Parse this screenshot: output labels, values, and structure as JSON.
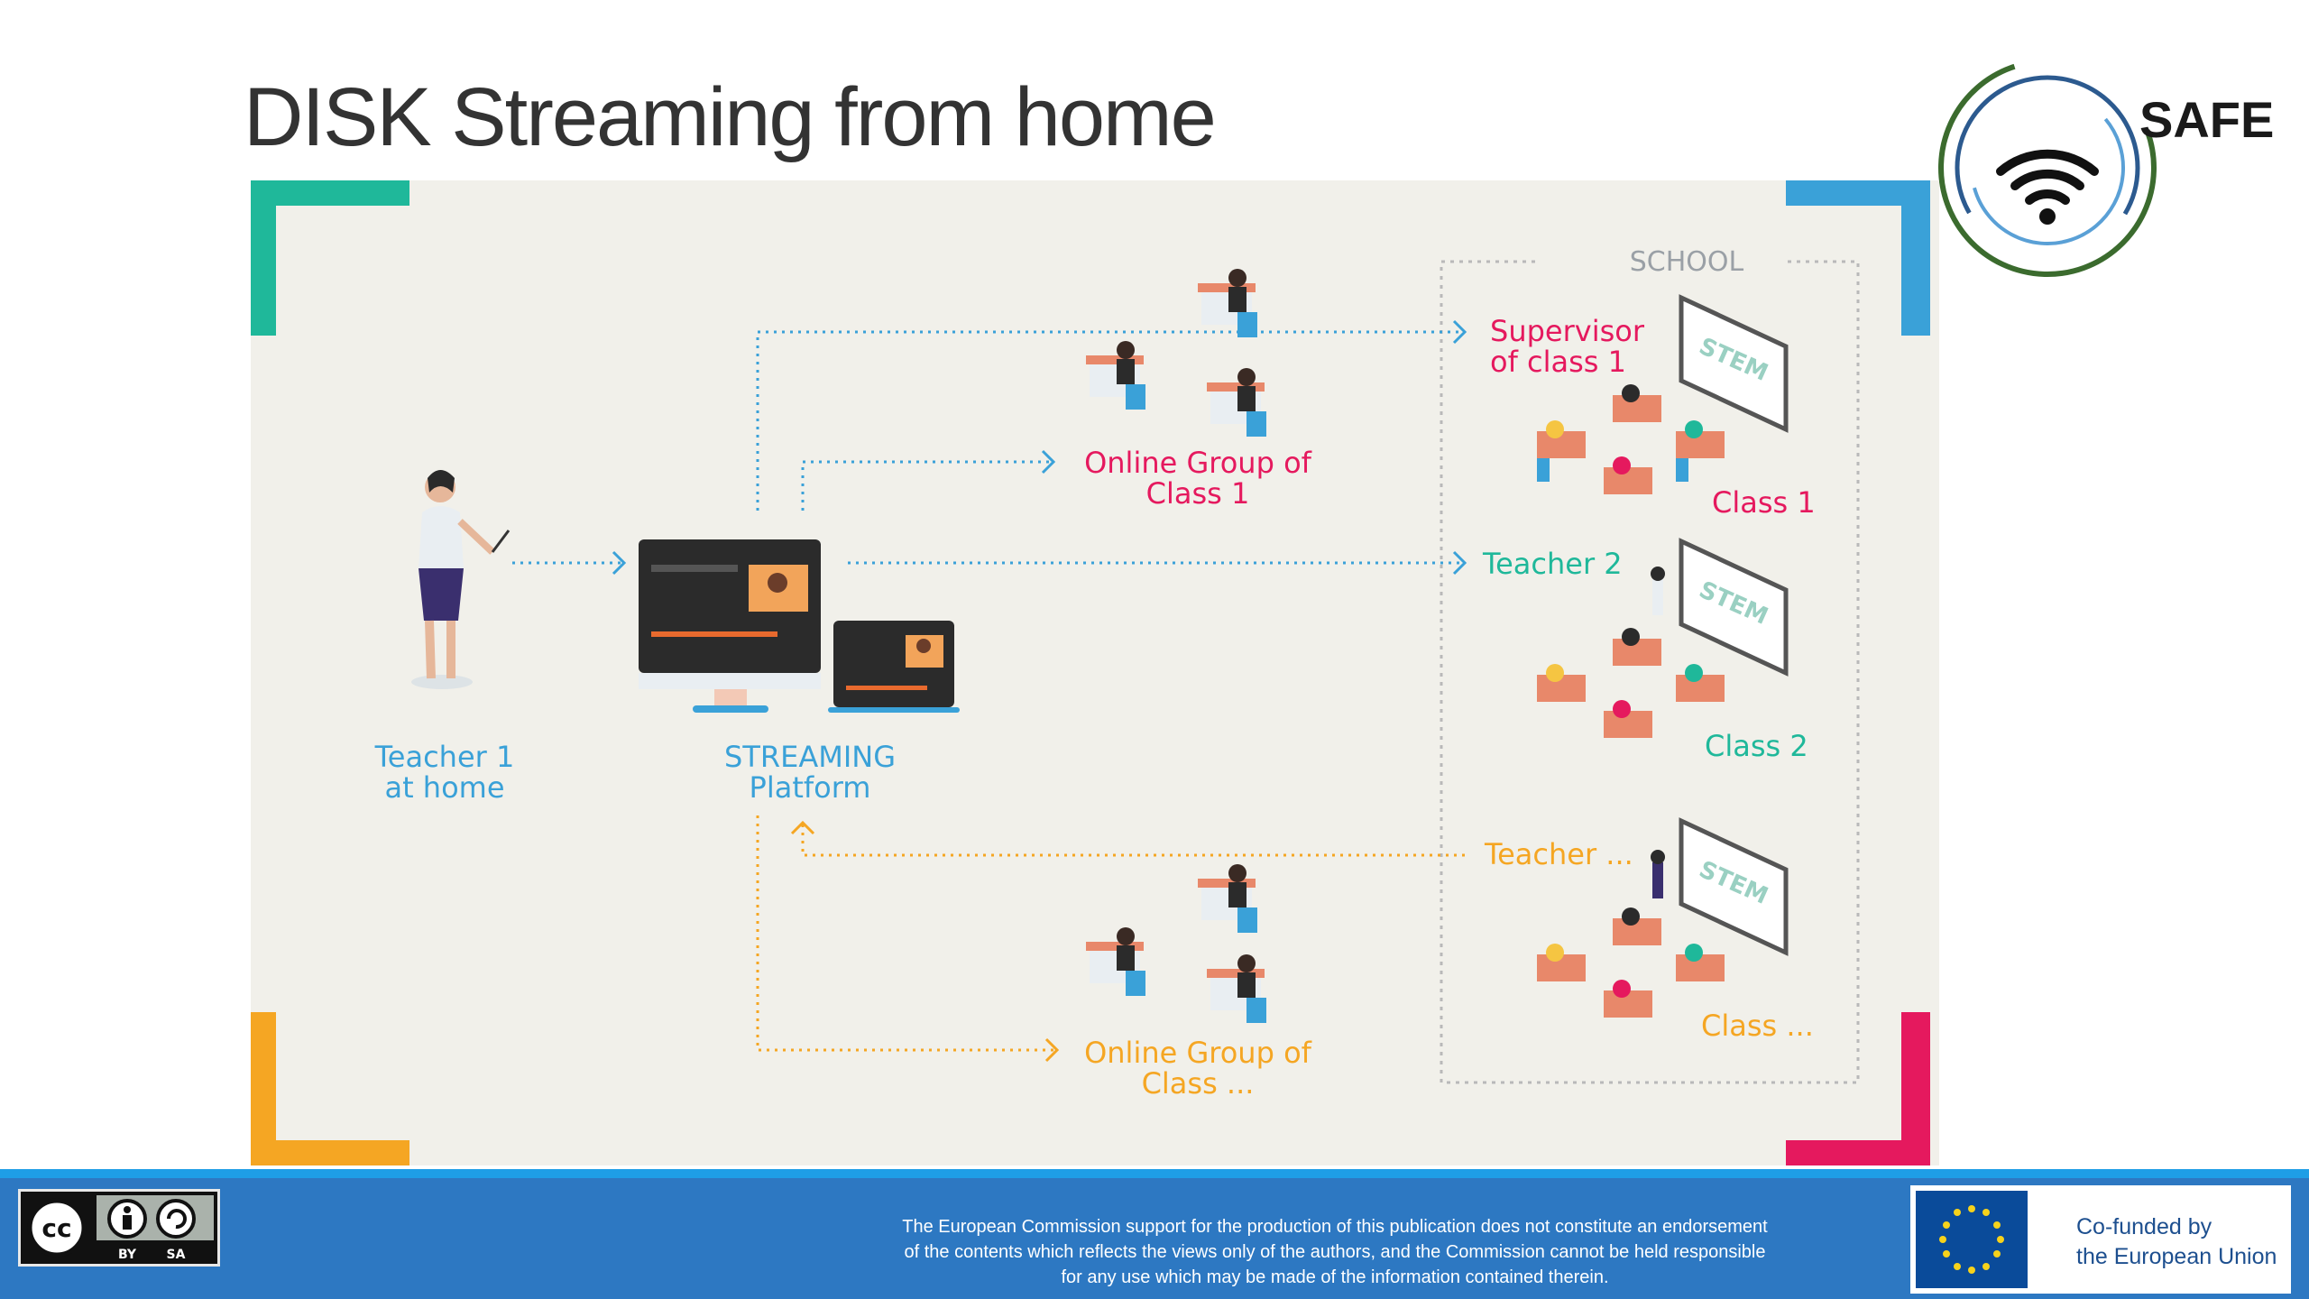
{
  "slide": {
    "title": "DISK Streaming from home"
  },
  "logo": {
    "text": "SAFE",
    "icon": "wifi-icon"
  },
  "diagram": {
    "school_label": "SCHOOL",
    "teacher1": {
      "line1": "Teacher 1",
      "line2": "at home"
    },
    "platform": {
      "line1": "STREAMING",
      "line2": "Platform"
    },
    "online_group1": {
      "line1": "Online Group of",
      "line2": "Class 1"
    },
    "online_group_n": {
      "line1": "Online Group of",
      "line2": "Class ..."
    },
    "supervisor": {
      "line1": "Supervisor",
      "line2": "of class 1"
    },
    "teacher2": "Teacher 2",
    "teacher_n": "Teacher ...",
    "class1": "Class 1",
    "class2": "Class 2",
    "class_n": "Class ...",
    "board_text": "STEM",
    "colors": {
      "pink": "#e5195e",
      "teal": "#1fb89a",
      "blue": "#3aa1d8",
      "orange": "#f5a623",
      "grey": "#9aa0a6"
    }
  },
  "footer": {
    "license": {
      "cc": "cc",
      "by": "BY",
      "sa": "SA"
    },
    "disclaimer": [
      "The European Commission support for the production of this publication does not constitute an endorsement",
      "of the contents which reflects the views only of the authors, and the Commission cannot be held responsible",
      "for any use which may be made of the information contained therein."
    ],
    "eu_label": [
      "Co-funded by",
      "the European Union"
    ]
  }
}
